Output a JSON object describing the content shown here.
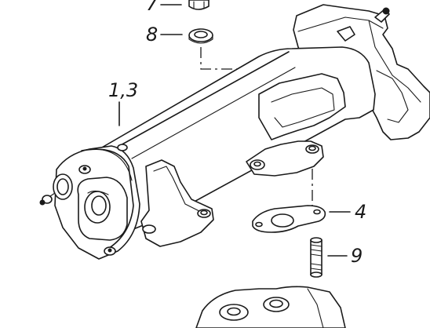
{
  "callouts": {
    "c7": "7",
    "c8": "8",
    "c13": "1,3",
    "c4": "4",
    "c9": "9"
  },
  "colors": {
    "ink": "#1a1a1a",
    "paper": "#ffffff"
  }
}
